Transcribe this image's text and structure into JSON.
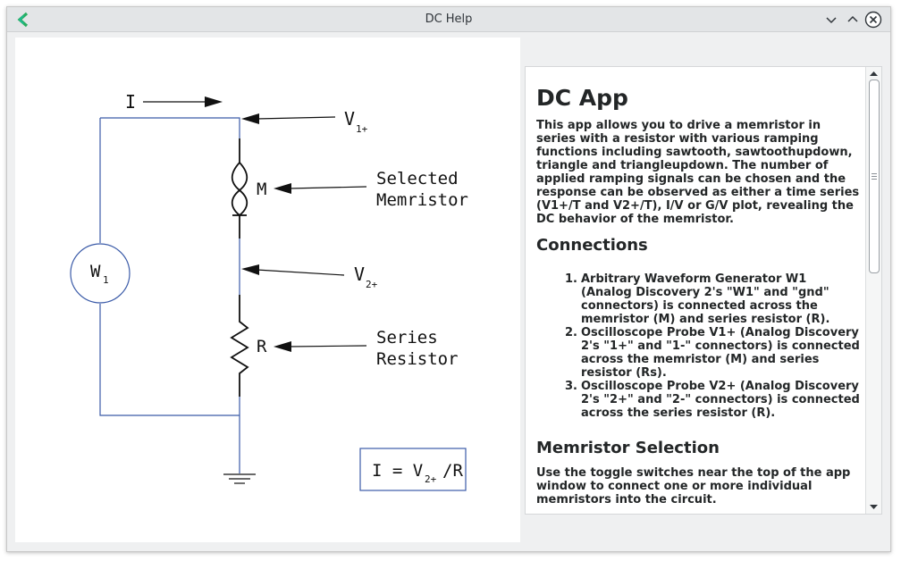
{
  "window": {
    "title": "DC Help",
    "icon": "kde-chevron-icon",
    "buttons": [
      "minimize-icon",
      "maximize-icon",
      "close-icon"
    ]
  },
  "figure": {
    "current_label": "I",
    "v1_label": "V",
    "v1_sub": "1+",
    "v2_label": "V",
    "v2_sub": "2+",
    "memristor_label": "M",
    "memristor_callout_line1": "Selected",
    "memristor_callout_line2": "Memristor",
    "resistor_label": "R",
    "resistor_callout_line1": "Series",
    "resistor_callout_line2": "Resistor",
    "source_label": "W",
    "source_sub": "1",
    "equation_left": "I = V",
    "equation_sub": "2+",
    "equation_right": "/R"
  },
  "help": {
    "title": "DC App",
    "intro": "This app allows you to drive a memristor in series with a resistor with various ramping functions including sawtooth, sawtoothupdown, triangle and triangleupdown. The number of applied ramping signals can be chosen and the response can be observed as either a time series (V1+/T and V2+/T), I/V or G/V plot, revealing the DC behavior of the memristor.",
    "connections_heading": "Connections",
    "connections": [
      {
        "num": "1.",
        "text": "Arbitrary Waveform Generator W1 (Analog Discovery 2's \"W1\" and \"gnd\" connectors) is connected across the memristor (M) and series resistor (R)."
      },
      {
        "num": "2.",
        "text": "Oscilloscope Probe V1+ (Analog Discovery 2's \"1+\" and \"1-\" connectors) is connected across the memristor (M) and series resistor (Rs)."
      },
      {
        "num": "3.",
        "text": "Oscilloscope Probe V2+ (Analog Discovery 2's \"2+\" and \"2-\" connectors) is connected across the series resistor (R)."
      }
    ],
    "selection_heading": "Memristor Selection",
    "selection_text": "Use the toggle switches near the top of the app window to connect one or more individual memristors into the circuit."
  },
  "colors": {
    "wire": "#3b5ba8",
    "accent": "#1d99f3",
    "icon_green": "#2ecc71"
  }
}
